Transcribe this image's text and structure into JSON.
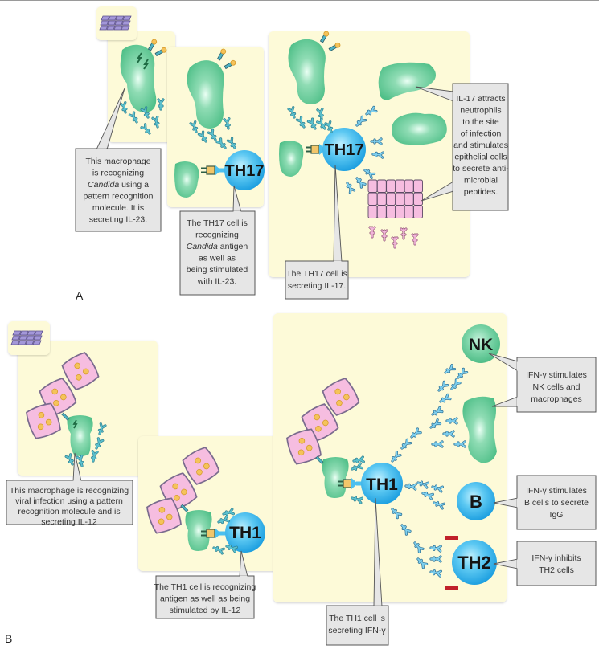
{
  "colors": {
    "panel_bg": "#fdfad8",
    "macrophage": "#5fc995",
    "tcell": "#2aaae6",
    "epithelial": "#f6bde0",
    "epithelial_border": "#7a6b8e",
    "cytokine": "#4db3c4",
    "virus": "#f5c35a",
    "callout_bg": "#e6e6e6",
    "callout_border": "#555555",
    "inhibit": "#c0202a",
    "candida_icon": "#9f92d3"
  },
  "panel_a": {
    "letter": "A",
    "icon": "candida-yeast-icon",
    "steps": [
      {
        "id": "macrophage-step",
        "callout": [
          "This macrophage",
          "is recognizing",
          "|Candida| using a",
          "pattern recognition",
          "molecule. It is",
          "secreting IL-23."
        ]
      },
      {
        "id": "th17-recognition-step",
        "cell_label": "TH17",
        "callout": [
          "The TH17 cell is",
          "recognizing",
          "|Candida| antigen",
          "as well as",
          "being stimulated",
          "with IL-23."
        ]
      },
      {
        "id": "th17-secretion-step",
        "cell_label": "TH17",
        "callout": [
          "The TH17 cell is",
          "secreting IL-17."
        ],
        "effect_callout": [
          "IL-17 attracts",
          "neutrophils",
          "to the site",
          "of infection",
          "and stimulates",
          "epithelial cells",
          "to secrete anti-",
          "microbial",
          "peptides."
        ]
      }
    ]
  },
  "panel_b": {
    "letter": "B",
    "icon": "virus-infected-cells-icon",
    "steps": [
      {
        "id": "macrophage-step",
        "callout": [
          "This macrophage is recognizing",
          "viral infection using a pattern",
          "recognition molecule and is",
          "secreting IL-12"
        ]
      },
      {
        "id": "th1-recognition-step",
        "cell_label": "TH1",
        "callout": [
          "The TH1 cell is recognizing",
          "antigen as well as being",
          "stimulated by IL-12"
        ]
      },
      {
        "id": "th1-secretion-step",
        "cell_label": "TH1",
        "callout": [
          "The TH1 cell is",
          "secreting IFN-γ"
        ],
        "targets": [
          {
            "label": "NK",
            "callout": [
              "IFN-γ stimulates",
              "NK cells and",
              "macrophages"
            ]
          },
          {
            "label": "B",
            "callout": [
              "IFN-γ stimulates",
              "B cells to secrete",
              "IgG"
            ]
          },
          {
            "label": "TH2",
            "callout": [
              "IFN-γ inhibits",
              "TH2 cells"
            ]
          }
        ]
      }
    ]
  }
}
